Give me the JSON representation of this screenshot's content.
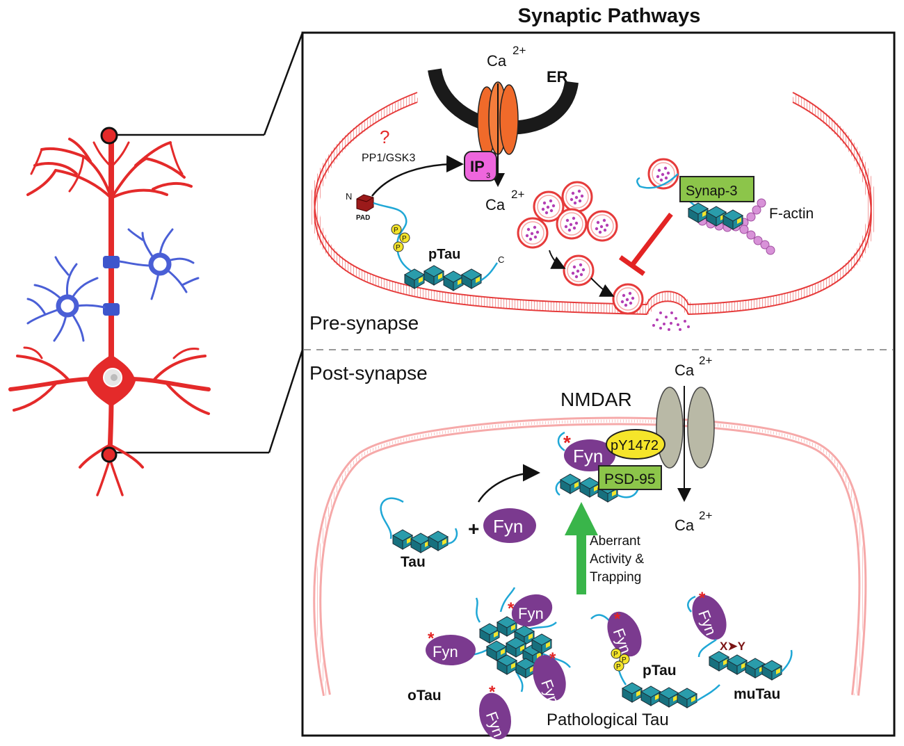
{
  "title": "Synaptic Pathways",
  "pre": {
    "region_label": "Pre-synapse",
    "ca_top": "Ca",
    "ca_bottom": "Ca",
    "ca_charge": "2+",
    "er": "ER",
    "question": "?",
    "kinase": "PP1/GSK3",
    "ip3": "IP",
    "ip3_sub": "3",
    "n_term": "N",
    "c_term": "C",
    "pad": "PAD",
    "ptau": "pTau",
    "p": "P",
    "synap": "Synap-3",
    "factin": "F-actin"
  },
  "post": {
    "region_label": "Post-synapse",
    "nmdar": "NMDAR",
    "ca": "Ca",
    "ca_charge": "2+",
    "fyn": "Fyn",
    "py": "pY1472",
    "psd": "PSD-95",
    "tau": "Tau",
    "plus": "+",
    "aberrant1": "Aberrant",
    "aberrant2": "Activity &",
    "aberrant3": "Trapping",
    "otau": "oTau",
    "ptau": "pTau",
    "mutau": "muTau",
    "xy": "X➤Y",
    "pathological": "Pathological Tau",
    "star": "*"
  },
  "colors": {
    "neuron": "#e42a2a",
    "glia": "#4a5fd6",
    "membrane": "#e63b3b",
    "fyn": "#7b3a8f",
    "tau_block": "#1f8a9a",
    "phospho": "#f5e52a",
    "green_box": "#8cc54a",
    "receptor": "#f06a2a",
    "ip3": "#ee66dd",
    "arrow_green": "#39b54a",
    "inhibit": "#e32424"
  }
}
